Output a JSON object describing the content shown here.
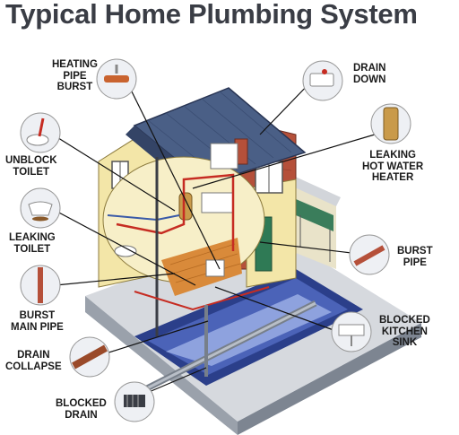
{
  "title": "Typical Home Plumbing System",
  "labels": {
    "heating_pipe_burst": [
      "HEATING",
      "PIPE",
      "BURST"
    ],
    "drain_down": [
      "DRAIN",
      "DOWN"
    ],
    "unblock_toilet": [
      "UNBLOCK",
      "TOILET"
    ],
    "leaking_hot_water_heater": [
      "LEAKING",
      "HOT WATER",
      "HEATER"
    ],
    "leaking_toilet": [
      "LEAKING",
      "TOILET"
    ],
    "burst_pipe": [
      "BURST",
      "PIPE"
    ],
    "burst_main_pipe": [
      "BURST",
      "MAIN PIPE"
    ],
    "blocked_kitchen_sink": [
      "BLOCKED",
      "KITCHEN",
      "SINK"
    ],
    "drain_collapse": [
      "DRAIN",
      "COLLAPSE"
    ],
    "blocked_drain": [
      "BLOCKED",
      "DRAIN"
    ]
  },
  "colors": {
    "title": "#3a3d45",
    "roof": "#4a5f86",
    "walls": "#f3e6a8",
    "brick": "#b5503a",
    "pipe_hot": "#c62c22",
    "ground": "#2b3f8a",
    "callout_fill": "#eef0f4"
  }
}
